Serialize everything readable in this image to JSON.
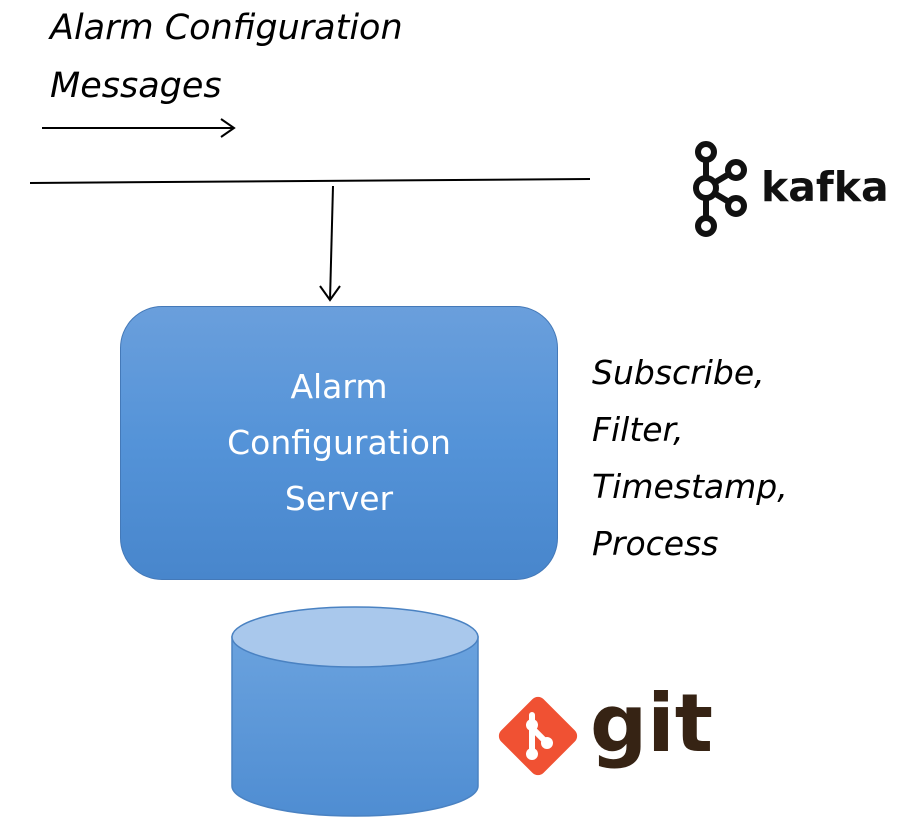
{
  "header": {
    "title_line1": "Alarm Configuration",
    "title_line2": "Messages"
  },
  "server": {
    "line1": "Alarm",
    "line2": "Configuration",
    "line3": "Server"
  },
  "steps": [
    "Subscribe,",
    "Filter,",
    "Timestamp,",
    "Process"
  ],
  "logos": {
    "kafka": "kafka",
    "git": "git"
  },
  "colors": {
    "server_fill": "#5b9bd5",
    "git_orange": "#f05133",
    "git_text": "#362314",
    "kafka_black": "#111111"
  },
  "icons": {
    "kafka": "kafka-logo-icon",
    "git": "git-logo-icon",
    "repository": "database-cylinder-icon"
  }
}
